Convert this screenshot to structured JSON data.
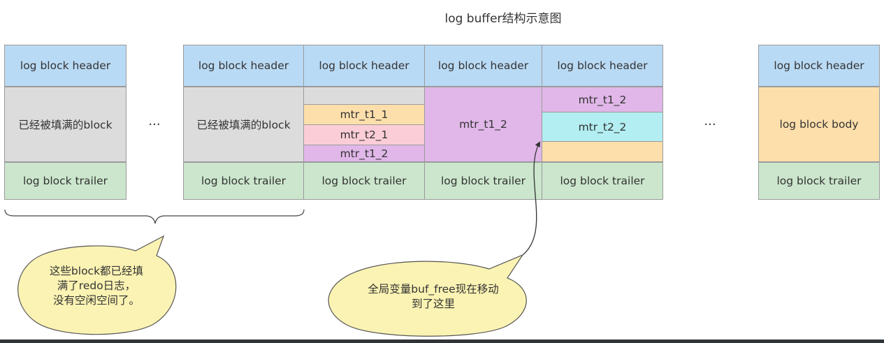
{
  "title": "log buffer结构示意图",
  "header_label": "log block header",
  "trailer_label": "log block trailer",
  "body_label": "log block body",
  "filled_label": "已经被填满的block",
  "ellipsis": "···",
  "mtr": {
    "t1_1": "mtr_t1_1",
    "t2_1": "mtr_t2_1",
    "t1_2": "mtr_t1_2",
    "t2_2": "mtr_t2_2"
  },
  "notes": {
    "filled_line1": "这些block都已经填",
    "filled_line2": "满了redo日志，",
    "filled_line3": "没有空闲空间了。",
    "buf_free_line1": "全局变量buf_free现在移动",
    "buf_free_line2": "到了这里"
  },
  "colors": {
    "header": "#b9daf5",
    "filled": "#dcdcdc",
    "trailer": "#cbe6cc",
    "mtr_t1_1": "#fddfab",
    "mtr_t2_1": "#fbcdd7",
    "mtr_t1_2": "#e0b7e8",
    "mtr_t2_2": "#b2eef2",
    "body": "#fddfab",
    "callout": "#fbf3b3"
  }
}
